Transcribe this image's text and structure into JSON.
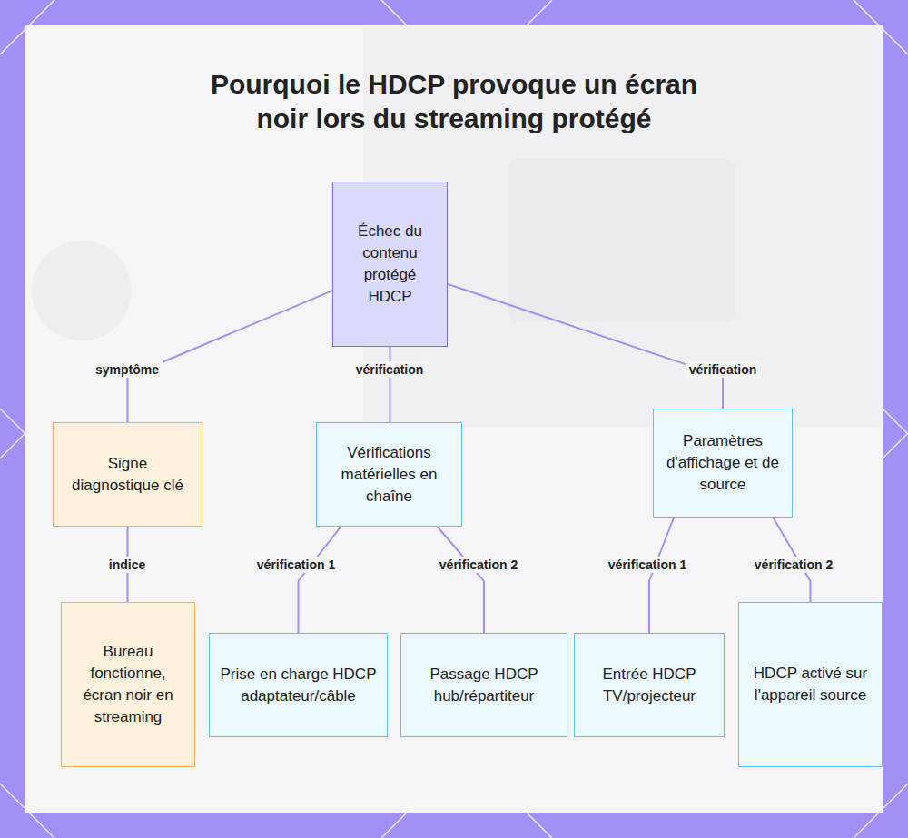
{
  "diagram": {
    "title": "Pourquoi le HDCP provoque un écran noir lors du streaming protégé",
    "nodes": [
      {
        "text": [
          "Échec du contenu protégé HDCP"
        ]
      },
      {
        "text": [
          "Signe diagnostique clé"
        ]
      },
      {
        "text": [
          "Vérifications matérielles en chaîne"
        ]
      },
      {
        "text": [
          "Paramètres d'affichage et de source"
        ]
      },
      {
        "text": [
          "Bureau fonctionne, écran noir en streaming"
        ]
      },
      {
        "text": [
          "Prise en charge HDCP adaptateur/câble"
        ]
      },
      {
        "text": [
          "Passage HDCP hub/répartiteur"
        ]
      },
      {
        "text": [
          "Entrée HDCP TV/projecteur"
        ]
      },
      {
        "text": [
          "HDCP activé sur l'appareil source"
        ]
      }
    ],
    "edges": [
      {
        "from": 0,
        "to": 1,
        "arrow": "none",
        "label": "symptôme"
      },
      {
        "from": 0,
        "to": 2,
        "arrow": "none",
        "label": "vérification"
      },
      {
        "from": 0,
        "to": 3,
        "arrow": "none",
        "label": "vérification"
      },
      {
        "from": 1,
        "to": 4,
        "arrow": "none",
        "label": "indice"
      },
      {
        "from": 2,
        "to": 5,
        "arrow": "none",
        "label": "vérification 1"
      },
      {
        "from": 2,
        "to": 6,
        "arrow": "none",
        "label": "vérification 2"
      },
      {
        "from": 3,
        "to": 7,
        "arrow": "none",
        "label": "vérification 1"
      },
      {
        "from": 3,
        "to": 8,
        "arrow": "none",
        "label": "vérification 2"
      }
    ]
  }
}
